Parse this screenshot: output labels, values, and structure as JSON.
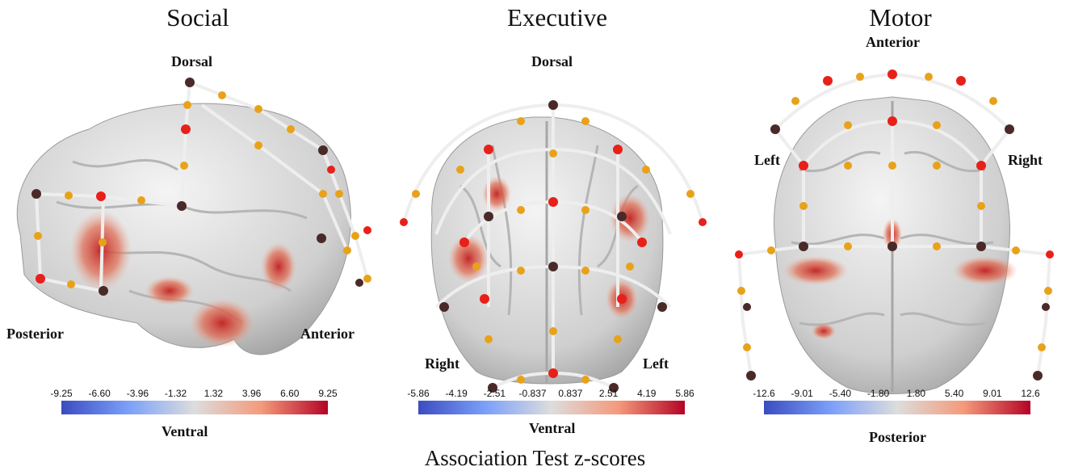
{
  "panels": [
    {
      "title": "Social",
      "labels": {
        "top": "Dorsal",
        "left": "Posterior",
        "right": "Anterior",
        "bottom": "Ventral"
      },
      "colorbar": {
        "ticks": [
          "-9.25",
          "-6.60",
          "-3.96",
          "-1.32",
          "1.32",
          "3.96",
          "6.60",
          "9.25"
        ],
        "min": -9.25,
        "max": 9.25
      }
    },
    {
      "title": "Executive",
      "labels": {
        "top": "Dorsal",
        "left": "Right",
        "right": "Left",
        "bottom": "Ventral"
      },
      "colorbar": {
        "ticks": [
          "-5.86",
          "-4.19",
          "-2.51",
          "-0.837",
          "0.837",
          "2.51",
          "4.19",
          "5.86"
        ],
        "min": -5.86,
        "max": 5.86
      }
    },
    {
      "title": "Motor",
      "labels": {
        "top": "Anterior",
        "left": "Left",
        "right": "Right",
        "bottom": "Posterior"
      },
      "colorbar": {
        "ticks": [
          "-12.6",
          "-9.01",
          "-5.40",
          "-1.80",
          "1.80",
          "5.40",
          "9.01",
          "12.6"
        ],
        "min": -12.6,
        "max": 12.6
      }
    }
  ],
  "footer": "Association Test z-scores",
  "colors": {
    "negative": "#3b4cc0",
    "neutral": "#dddddd",
    "positive": "#b40426",
    "optode_source": "#e8201a",
    "optode_detector": "#4a2a28",
    "channel_midpoint": "#e8a21a"
  }
}
